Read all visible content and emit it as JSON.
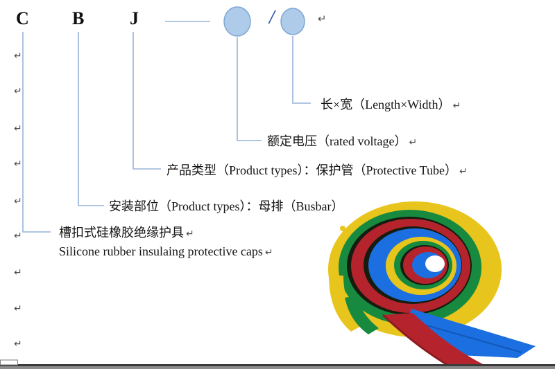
{
  "palette": {
    "line-blue": "#95b3d7",
    "ellipse-fill": "#aecbea",
    "ellipse-stroke": "#7ea6d2",
    "slash-blue": "#3b5fa8",
    "pilcrow-gray": "#4d4d4d",
    "roll-yellow": "#e8c51d",
    "roll-green": "#178a3f",
    "roll-red": "#b5242c",
    "roll-dark-red": "#8e1b22",
    "roll-blue": "#1c6fe0",
    "roll-dark": "#161c0f",
    "page-edge-dark": "#3a3a3a",
    "page-edge-gray": "#8c8c8c"
  },
  "glyphs": {
    "pilcrow": "↵"
  },
  "diagram": {
    "code_letters": [
      "C",
      "B",
      "J"
    ],
    "separator": "/"
  },
  "labels": {
    "length_width": {
      "text": "长×宽（Length×Width）"
    },
    "rated_voltage": {
      "text": "额定电压（rated voltage）"
    },
    "product_type": {
      "text": "产品类型（Product types）：保护管（Protective Tube）"
    },
    "install_position": {
      "text": "安装部位（Product types）：母排（Busbar）"
    },
    "product_name_cn": {
      "text": "槽扣式硅橡胶绝缘护具"
    },
    "product_name_en": {
      "text": "Silicone rubber insulaing protective caps"
    }
  },
  "photo": {
    "description": "Colorful silicone rubber busbar protective caps (yellow, green, red, blue strips) rolled into a spiral"
  }
}
